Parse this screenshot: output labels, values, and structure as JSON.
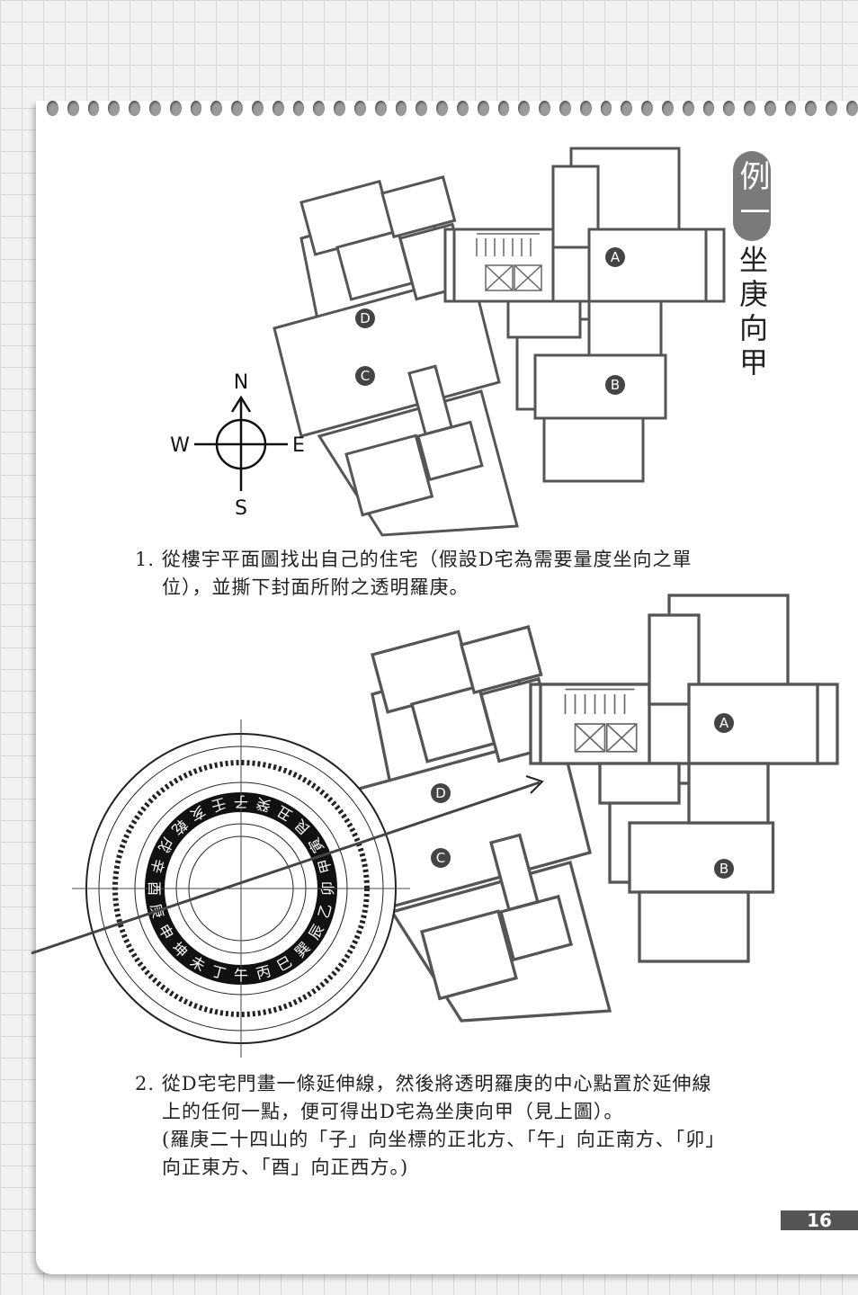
{
  "tab": {
    "label": "例一"
  },
  "title": "坐庚向甲",
  "compass": {
    "north": "N",
    "south": "S",
    "east": "E",
    "west": "W"
  },
  "units": {
    "a": "A",
    "b": "B",
    "c": "C",
    "d": "D"
  },
  "step1": {
    "line1": "1. 從樓宇平面圖找出自己的住宅（假設D宅為需要量度坐向之單",
    "line2": "位），並撕下封面所附之透明羅庚。"
  },
  "step2": {
    "line1": "2. 從D宅宅門畫一條延伸線，然後將透明羅庚的中心點置於延伸線",
    "line2": "上的任何一點，便可得出D宅為坐庚向甲（見上圖）。",
    "line3": "(羅庚二十四山的「子」向坐標的正北方、「午」向正南方、「卯」",
    "line4": "向正東方、「酉」向正西方。)"
  },
  "luopan": {
    "mountains": [
      "子",
      "癸",
      "丑",
      "艮",
      "寅",
      "甲",
      "卯",
      "乙",
      "辰",
      "巽",
      "巳",
      "丙",
      "午",
      "丁",
      "未",
      "坤",
      "申",
      "庚",
      "酉",
      "辛",
      "戌",
      "乾",
      "亥",
      "壬"
    ]
  },
  "page_number": "16"
}
